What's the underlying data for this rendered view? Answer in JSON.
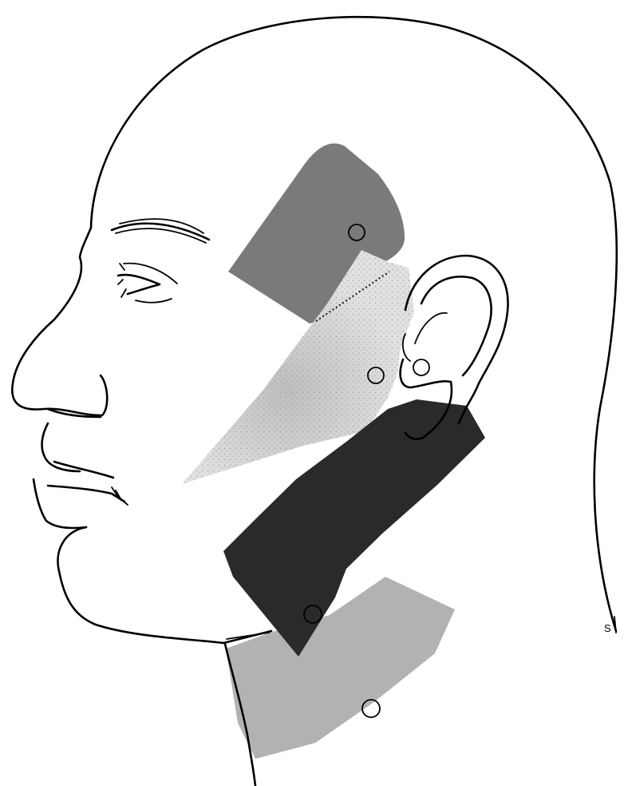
{
  "figure": {
    "signature": "S",
    "colors": {
      "background": "#ffffff",
      "line": "#000000",
      "temporal_region": "#7a7a7a",
      "cheek_region": "#dcdcdc",
      "jaw_region": "#2a2a2a",
      "neck_region": "#b2b2b2"
    },
    "regions": [
      {
        "id": "temporal",
        "shade": "medium-gray",
        "has_circle_marker": true
      },
      {
        "id": "cheek-parotid",
        "shade": "light-stippled-gray",
        "has_circle_marker": true
      },
      {
        "id": "jaw-upper-neck",
        "shade": "near-black",
        "has_circle_marker": true
      },
      {
        "id": "lower-neck",
        "shade": "light-gray",
        "has_circle_marker": true
      }
    ]
  }
}
